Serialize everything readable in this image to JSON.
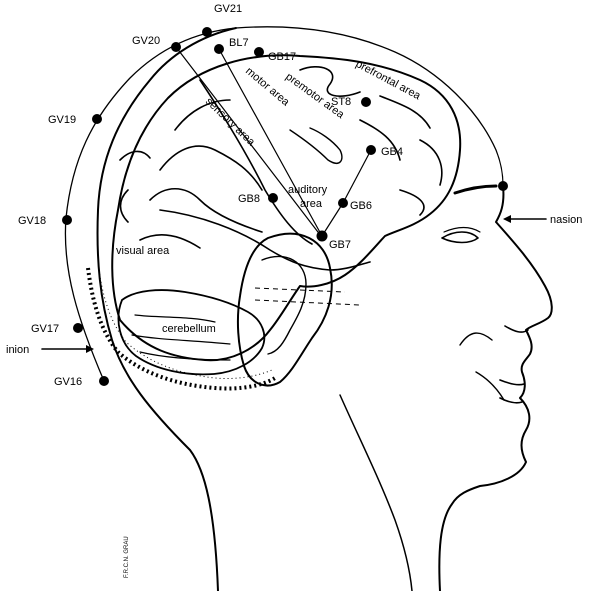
{
  "points": {
    "gv21": "GV21",
    "gv20": "GV20",
    "bl7": "BL7",
    "gb17": "GB17",
    "st8": "ST8",
    "gb4": "GB4",
    "gb6": "GB6",
    "gb8": "GB8",
    "gb7": "GB7",
    "gv19": "GV19",
    "gv18": "GV18",
    "gv17": "GV17",
    "gv16": "GV16"
  },
  "areas": {
    "prefrontal": "prefrontal area",
    "premotor": "premotor area",
    "motor": "motor area",
    "sensory": "sensory area",
    "auditory_line1": "auditory",
    "auditory_line2": "area",
    "visual": "visual area",
    "cerebellum": "cerebellum"
  },
  "landmarks": {
    "nasion": "nasion",
    "inion": "inion"
  },
  "signature": "F.R.C.N. GRAU"
}
